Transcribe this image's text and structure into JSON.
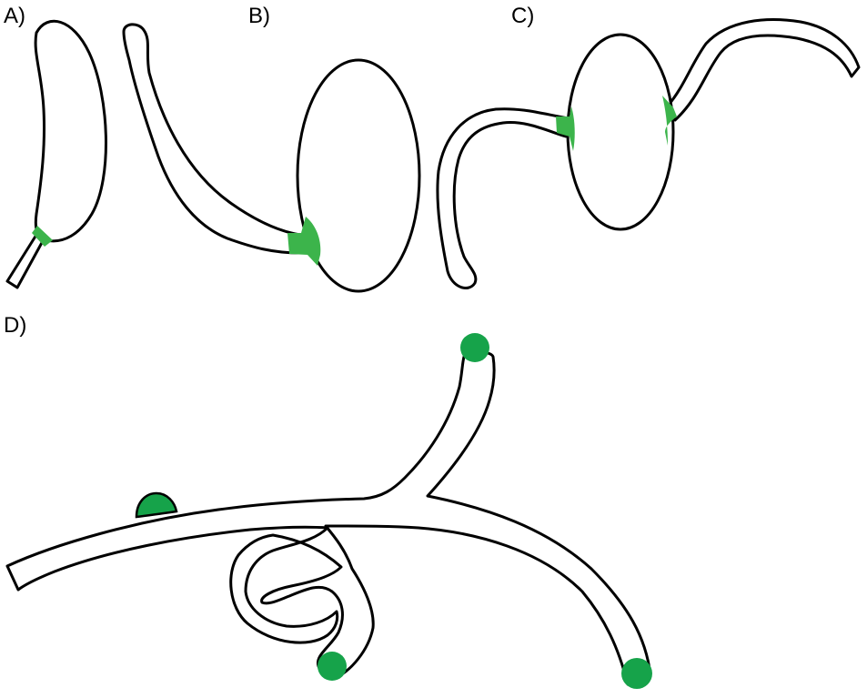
{
  "panels": {
    "a": {
      "label": "A)"
    },
    "b": {
      "label": "B)"
    },
    "c": {
      "label": "C)"
    },
    "d": {
      "label": "D)"
    }
  },
  "colors": {
    "outline": "#000000",
    "fill": "#ffffff",
    "marker_light": "#3cb44b",
    "marker_dark": "#16a34a"
  }
}
